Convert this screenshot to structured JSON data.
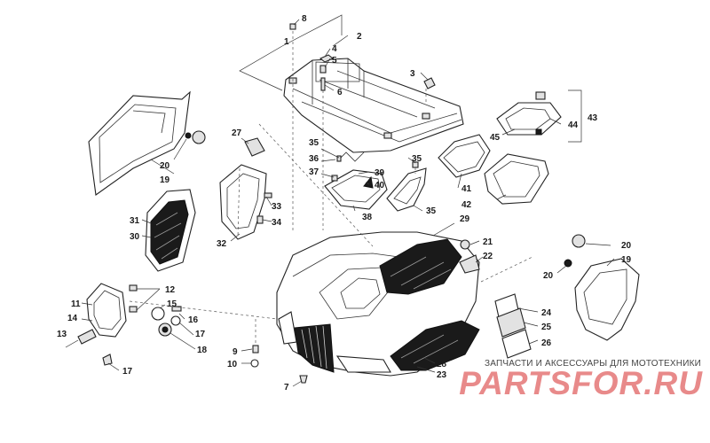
{
  "callouts": {
    "c1": "1",
    "c2": "2",
    "c3": "3",
    "c4": "4",
    "c5": "5",
    "c6": "6",
    "c7": "7",
    "c8": "8",
    "c9": "9",
    "c10": "10",
    "c11": "11",
    "c12": "12",
    "c13": "13",
    "c14": "14",
    "c15": "15",
    "c16": "16",
    "c17a": "17",
    "c17b": "17",
    "c18": "18",
    "c19a": "19",
    "c19b": "19",
    "c20a": "20",
    "c20b": "20",
    "c20c": "20",
    "c21": "21",
    "c22": "22",
    "c23": "23",
    "c24": "24",
    "c25": "25",
    "c26": "26",
    "c27": "27",
    "c28": "28",
    "c29": "29",
    "c30": "30",
    "c31": "31",
    "c32": "32",
    "c33": "33",
    "c34": "34",
    "c35a": "35",
    "c35b": "35",
    "c35c": "35",
    "c36": "36",
    "c37": "37",
    "c38": "38",
    "c39": "39",
    "c40": "40",
    "c41": "41",
    "c42": "42",
    "c43": "43",
    "c44": "44",
    "c45": "45"
  },
  "watermark": {
    "caption": "ЗАПЧАСТИ И АКСЕССУАРЫ ДЛЯ МОТОТЕХНИКИ",
    "logo": "PARTSFOR.RU"
  }
}
